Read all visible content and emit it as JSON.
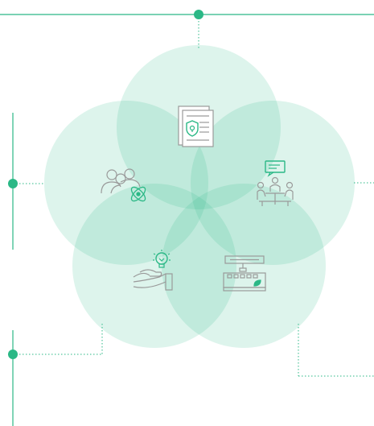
{
  "colors": {
    "accent": "#2bb886",
    "circle_fill": "#cfeee2",
    "icon_gray": "#9a9a9a"
  },
  "petals": [
    {
      "id": "document-shield",
      "icon": "document-shield-icon"
    },
    {
      "id": "meeting",
      "icon": "meeting-chat-icon"
    },
    {
      "id": "lab-equipment",
      "icon": "lab-equipment-icon"
    },
    {
      "id": "innovation",
      "icon": "hand-lightbulb-icon"
    },
    {
      "id": "team-research",
      "icon": "team-atom-icon"
    }
  ]
}
